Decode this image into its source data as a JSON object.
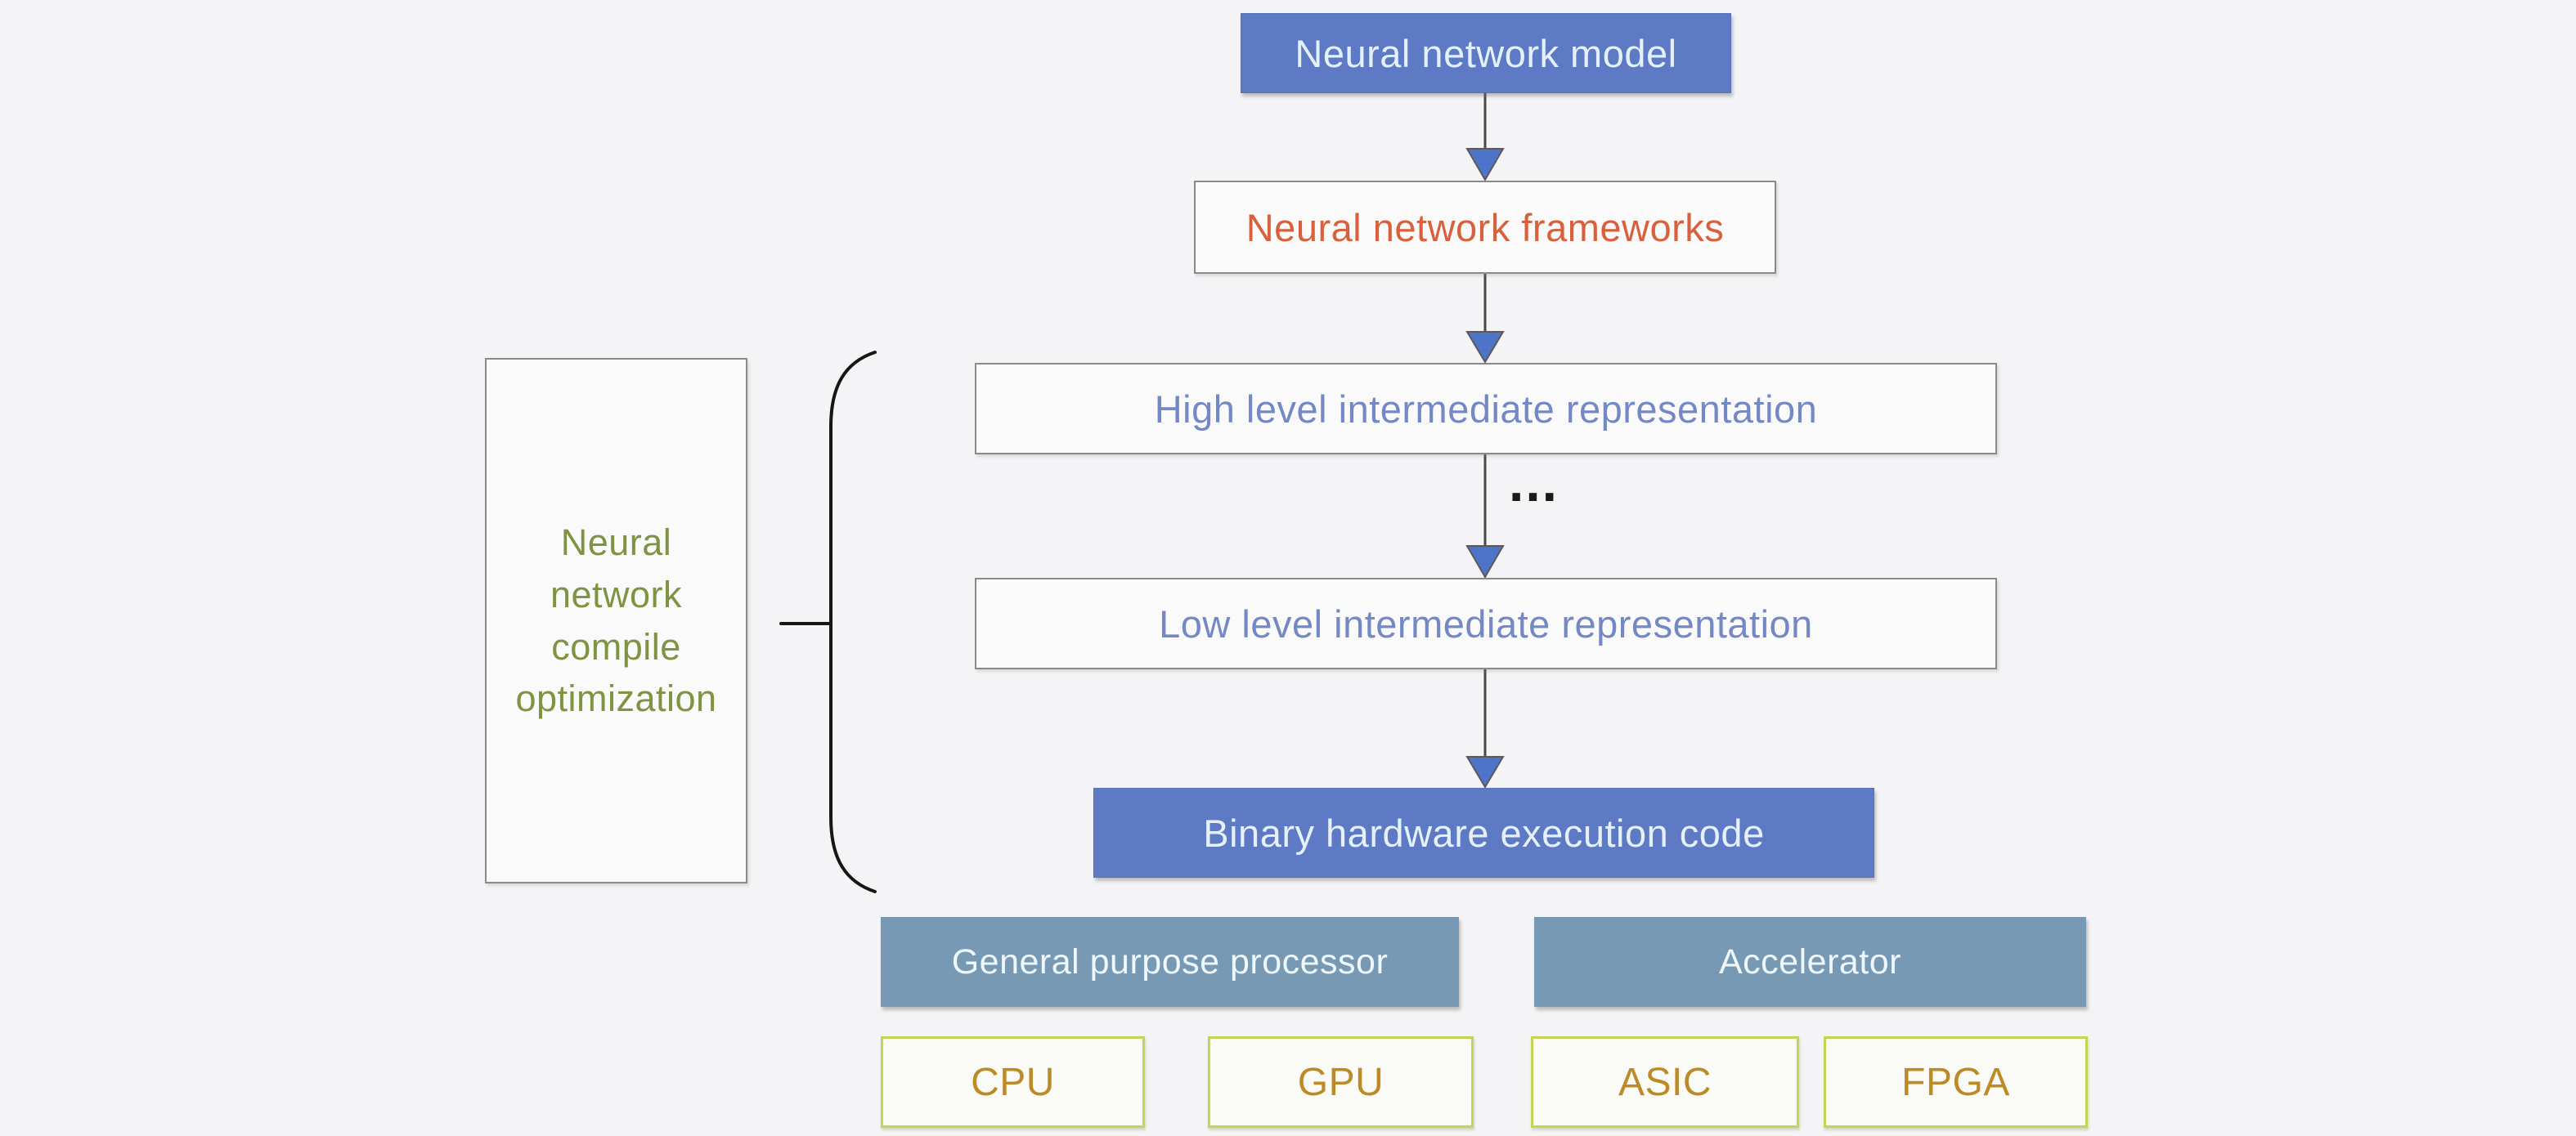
{
  "diagram": {
    "nodes": {
      "model": {
        "label": "Neural network model"
      },
      "frameworks": {
        "label": "Neural network frameworks"
      },
      "high_ir": {
        "label": "High level intermediate representation"
      },
      "low_ir": {
        "label": "Low level intermediate representation"
      },
      "binary": {
        "label": "Binary hardware execution code"
      },
      "gpp": {
        "label": "General purpose processor"
      },
      "accelerator": {
        "label": "Accelerator"
      },
      "cpu": {
        "label": "CPU"
      },
      "gpu": {
        "label": "GPU"
      },
      "asic": {
        "label": "ASIC"
      },
      "fpga": {
        "label": "FPGA"
      },
      "side_note": {
        "label": "Neural\nnetwork\ncompile\noptimization"
      },
      "ellipsis": {
        "label": "..."
      }
    },
    "edges": [
      {
        "from": "Neural network model",
        "to": "Neural network frameworks"
      },
      {
        "from": "Neural network frameworks",
        "to": "High level intermediate representation"
      },
      {
        "from": "High level intermediate representation",
        "to": "Low level intermediate representation",
        "note": "..."
      },
      {
        "from": "Low level intermediate representation",
        "to": "Binary hardware execution code"
      }
    ],
    "brace_groups": [
      {
        "label": "Neural network compile optimization",
        "spans": [
          "High level intermediate representation",
          "Low level intermediate representation",
          "Binary hardware execution code"
        ]
      }
    ],
    "colors": {
      "primary_blue": "#5e7ac4",
      "steel_blue": "#7899b4",
      "frameworks_text": "#d8603c",
      "ir_text": "#7488c5",
      "side_note_text": "#7f9342",
      "chip_border": "#c5d455",
      "chip_text": "#bd8a28",
      "arrowhead_blue": "#4e74c9",
      "line_gray": "#4a4a4a",
      "background": "#f4f4f6"
    }
  }
}
